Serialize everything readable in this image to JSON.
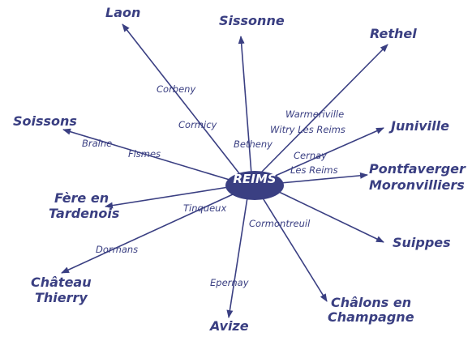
{
  "center": {
    "label": "REIMS",
    "color": "#3a3f82"
  },
  "line_color": "#3a3f82",
  "destinations": {
    "laon": "Laon",
    "sissonne": "Sissonne",
    "rethel": "Rethel",
    "juniville": "Juniville",
    "pontfaverger_line1": "Pontfaverger",
    "pontfaverger_line2": "Moronvilliers",
    "suippes": "Suippes",
    "chalons_line1": "Châlons en",
    "chalons_line2": "Champagne",
    "avize": "Avize",
    "chateau_line1": "Château",
    "chateau_line2": "Thierry",
    "fere_line1": "Fère en",
    "fere_line2": "Tardenois",
    "soissons": "Soissons"
  },
  "intermediates": {
    "corbeny": "Corbeny",
    "cormicy": "Cormicy",
    "betheny": "Betheny",
    "warmeriville": "Warmeriville",
    "witry": "Witry Les Reims",
    "cernay_line1": "Cernay",
    "cernay_line2": "Les Reims",
    "braine": "Braine",
    "fismes": "Fismes",
    "tinqueux": "Tinqueux",
    "dormans": "Dormans",
    "cormontreuil": "Cormontreuil",
    "epernay": "Epernay"
  }
}
